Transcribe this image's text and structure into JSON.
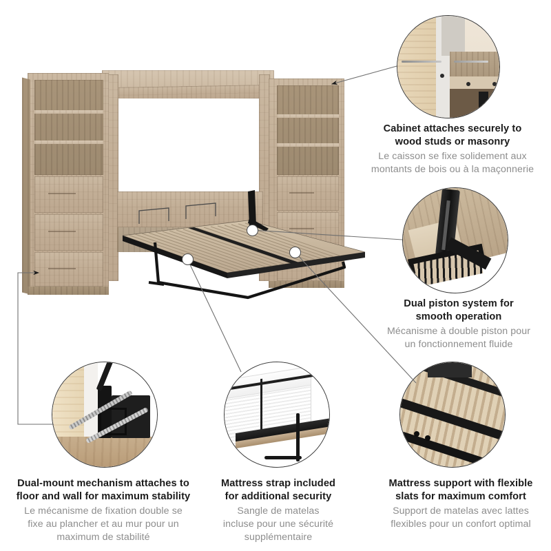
{
  "page": {
    "title": "Murphy bed with storage cabinets - feature callouts",
    "background_color": "#ffffff",
    "text_color_en": "#1b1b1b",
    "text_color_fr": "#8d8d8d",
    "leader_line_color": "#6f6f6f",
    "circle_border_color": "#3a3a3a",
    "wood_finish_color": "#c2ae96",
    "metal_frame_color": "#1c1c1c"
  },
  "product": {
    "name": "Queen Murphy bed with two storage cabinets",
    "left_cabinet": {
      "shelves": 3,
      "drawers": 3
    },
    "right_cabinet": {
      "shelves": 3,
      "drawers": 3
    },
    "bed": {
      "position": "open",
      "slats": "flexible wood slats",
      "legs": "folding metal support leg"
    }
  },
  "features": [
    {
      "id": "wall-mount",
      "image_name": "cabinet-wall-anchor-photo",
      "en_lines": [
        "Cabinet attaches securely to",
        "wood studs or masonry"
      ],
      "fr_lines": [
        "Le caisson se fixe solidement aux",
        "montants de bois ou à la maçonnerie"
      ]
    },
    {
      "id": "dual-piston",
      "image_name": "dual-piston-mechanism-photo",
      "en_lines": [
        "Dual piston system for",
        "smooth operation"
      ],
      "fr_lines": [
        "Mécanisme à double piston pour",
        "un fonctionnement fluide"
      ]
    },
    {
      "id": "dual-mount",
      "image_name": "dual-mount-floor-wall-hardware-photo",
      "en_lines": [
        "Dual-mount mechanism attaches to",
        "floor and wall for maximum stability"
      ],
      "fr_lines": [
        "Le mécanisme de fixation double se",
        "fixe au plancher et au mur pour un",
        "maximum de stabilité"
      ]
    },
    {
      "id": "mattress-strap",
      "image_name": "mattress-strap-photo",
      "en_lines": [
        "Mattress strap included",
        "for additional security"
      ],
      "fr_lines": [
        "Sangle de matelas",
        "incluse pour une sécurité",
        "supplémentaire"
      ]
    },
    {
      "id": "flexible-slats",
      "image_name": "flexible-slats-photo",
      "en_lines": [
        "Mattress support with flexible",
        "slats for maximum comfort"
      ],
      "fr_lines": [
        "Support de matelas avec lattes",
        "flexibles pour un confort optimal"
      ]
    }
  ]
}
